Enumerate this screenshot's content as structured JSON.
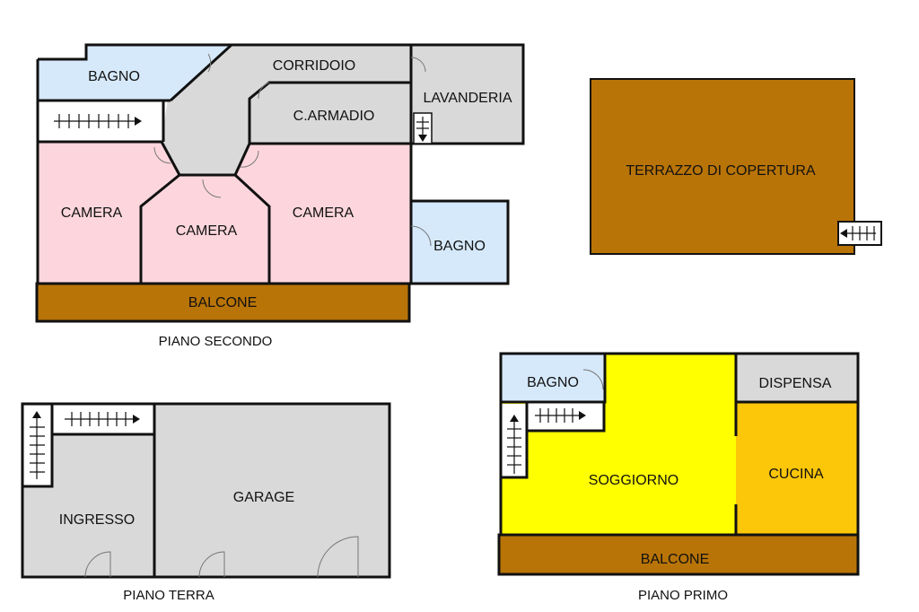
{
  "floors": {
    "second": {
      "label": "PIANO SECONDO",
      "rooms": {
        "bagno_top": "BAGNO",
        "corridoio": "CORRIDOIO",
        "armadio": "C.ARMADIO",
        "lavanderia": "LAVANDERIA",
        "camera_left": "CAMERA",
        "camera_mid": "CAMERA",
        "camera_right": "CAMERA",
        "bagno_right": "BAGNO",
        "balcone": "BALCONE"
      }
    },
    "terrace": {
      "label": "TERRAZZO DI COPERTURA"
    },
    "ground": {
      "label": "PIANO TERRA",
      "rooms": {
        "ingresso": "INGRESSO",
        "garage": "GARAGE"
      }
    },
    "first": {
      "label": "PIANO PRIMO",
      "rooms": {
        "bagno": "BAGNO",
        "dispensa": "DISPENSA",
        "soggiorno": "SOGGIORNO",
        "cucina": "CUCINA",
        "balcone": "BALCONE"
      }
    }
  },
  "colors": {
    "service": "#d9d9d9",
    "bath": "#d6e9fb",
    "bedroom": "#fdd6dd",
    "balcony": "#b97407",
    "living": "#ffff00",
    "kitchen": "#fcc609"
  }
}
